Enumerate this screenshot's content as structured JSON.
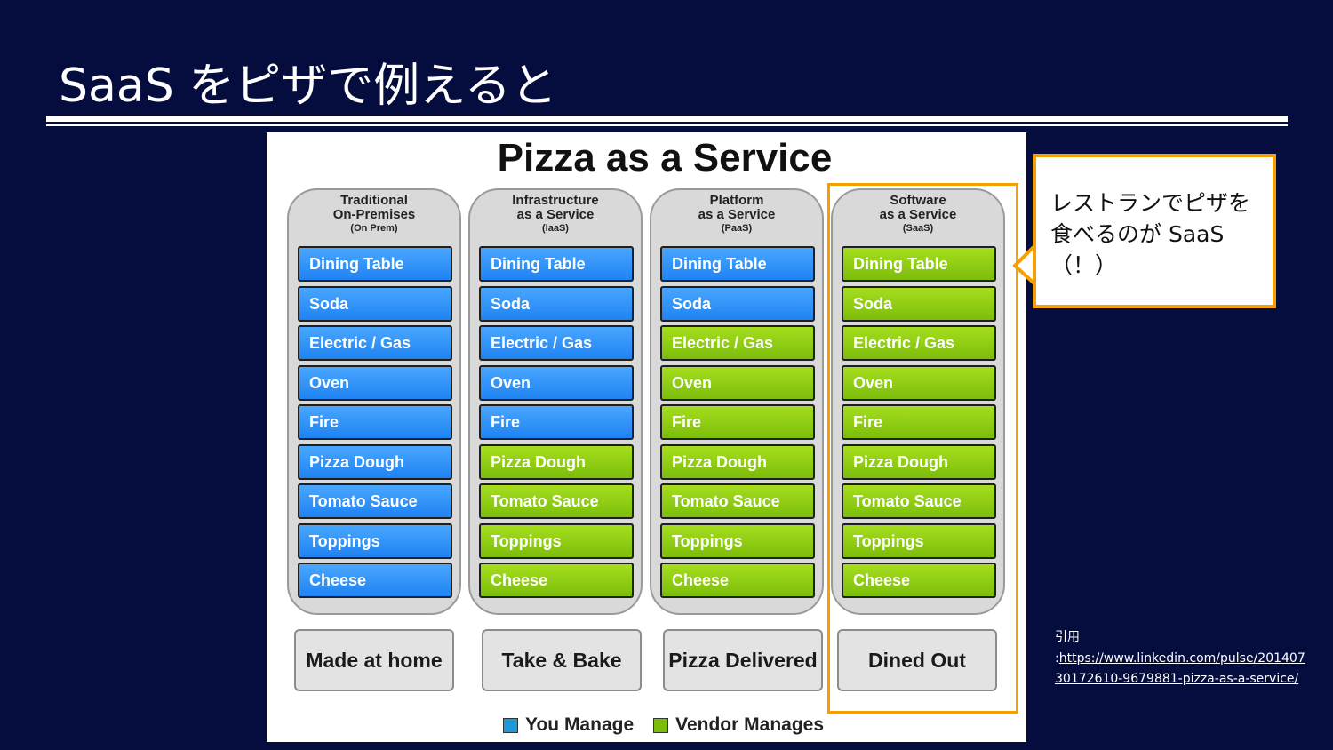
{
  "slide": {
    "title": "SaaS をピザで例えると"
  },
  "figure": {
    "title": "Pizza as a Service",
    "columns": [
      {
        "heading_lines": [
          "Traditional",
          "On-Premises"
        ],
        "abbr": "(On Prem)",
        "footer": "Made at home",
        "layers": [
          {
            "label": "Dining Table",
            "manager": "you"
          },
          {
            "label": "Soda",
            "manager": "you"
          },
          {
            "label": "Electric / Gas",
            "manager": "you"
          },
          {
            "label": "Oven",
            "manager": "you"
          },
          {
            "label": "Fire",
            "manager": "you"
          },
          {
            "label": "Pizza Dough",
            "manager": "you"
          },
          {
            "label": "Tomato Sauce",
            "manager": "you"
          },
          {
            "label": "Toppings",
            "manager": "you"
          },
          {
            "label": "Cheese",
            "manager": "you"
          }
        ]
      },
      {
        "heading_lines": [
          "Infrastructure",
          "as a Service"
        ],
        "abbr": "(IaaS)",
        "footer": "Take & Bake",
        "layers": [
          {
            "label": "Dining Table",
            "manager": "you"
          },
          {
            "label": "Soda",
            "manager": "you"
          },
          {
            "label": "Electric / Gas",
            "manager": "you"
          },
          {
            "label": "Oven",
            "manager": "you"
          },
          {
            "label": "Fire",
            "manager": "you"
          },
          {
            "label": "Pizza Dough",
            "manager": "vendor"
          },
          {
            "label": "Tomato Sauce",
            "manager": "vendor"
          },
          {
            "label": "Toppings",
            "manager": "vendor"
          },
          {
            "label": "Cheese",
            "manager": "vendor"
          }
        ]
      },
      {
        "heading_lines": [
          "Platform",
          "as a Service"
        ],
        "abbr": "(PaaS)",
        "footer": "Pizza Delivered",
        "layers": [
          {
            "label": "Dining Table",
            "manager": "you"
          },
          {
            "label": "Soda",
            "manager": "you"
          },
          {
            "label": "Electric / Gas",
            "manager": "vendor"
          },
          {
            "label": "Oven",
            "manager": "vendor"
          },
          {
            "label": "Fire",
            "manager": "vendor"
          },
          {
            "label": "Pizza Dough",
            "manager": "vendor"
          },
          {
            "label": "Tomato Sauce",
            "manager": "vendor"
          },
          {
            "label": "Toppings",
            "manager": "vendor"
          },
          {
            "label": "Cheese",
            "manager": "vendor"
          }
        ]
      },
      {
        "heading_lines": [
          "Software",
          "as a Service"
        ],
        "abbr": "(SaaS)",
        "footer": "Dined Out",
        "layers": [
          {
            "label": "Dining Table",
            "manager": "vendor"
          },
          {
            "label": "Soda",
            "manager": "vendor"
          },
          {
            "label": "Electric / Gas",
            "manager": "vendor"
          },
          {
            "label": "Oven",
            "manager": "vendor"
          },
          {
            "label": "Fire",
            "manager": "vendor"
          },
          {
            "label": "Pizza Dough",
            "manager": "vendor"
          },
          {
            "label": "Tomato Sauce",
            "manager": "vendor"
          },
          {
            "label": "Toppings",
            "manager": "vendor"
          },
          {
            "label": "Cheese",
            "manager": "vendor"
          }
        ]
      }
    ],
    "legend": {
      "you": "You Manage",
      "vendor": "Vendor Manages"
    },
    "colors": {
      "you": "#1e83f2",
      "vendor": "#7cbd0b",
      "highlight": "#f5a000"
    }
  },
  "callout": {
    "text_lines": [
      "レストランでピザを",
      "食べるのが SaaS",
      "（！）"
    ]
  },
  "citation": {
    "label": "引用",
    "prefix": ":",
    "url": "https://www.linkedin.com/pulse/20140730172610-9679881-pizza-as-a-service/"
  }
}
